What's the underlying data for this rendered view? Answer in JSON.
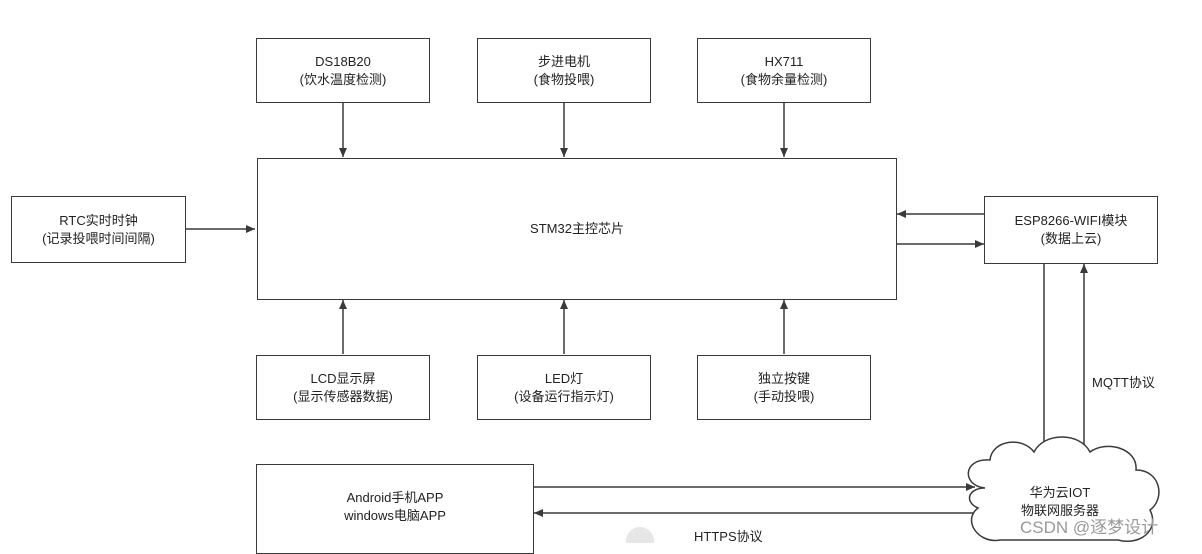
{
  "nodes": {
    "ds18b20": {
      "line1": "DS18B20",
      "line2": "(饮水温度检测)"
    },
    "stepper": {
      "line1": "步进电机",
      "line2": "(食物投喂)"
    },
    "hx711": {
      "line1": "HX711",
      "line2": "(食物余量检测)"
    },
    "rtc": {
      "line1": "RTC实时时钟",
      "line2": "(记录投喂时间间隔)"
    },
    "stm32": {
      "line1": "STM32主控芯片"
    },
    "esp8266": {
      "line1": "ESP8266-WIFI模块",
      "line2": "(数据上云)"
    },
    "lcd": {
      "line1": "LCD显示屏",
      "line2": "(显示传感器数据)"
    },
    "led": {
      "line1": "LED灯",
      "line2": "(设备运行指示灯)"
    },
    "keys": {
      "line1": "独立按键",
      "line2": "(手动投喂)"
    },
    "app": {
      "line1": "Android手机APP",
      "line2": "windows电脑APP"
    },
    "cloud": {
      "line1": "华为云IOT",
      "line2": "物联网服务器"
    }
  },
  "edge_labels": {
    "mqtt": "MQTT协议",
    "https": "HTTPS协议"
  },
  "watermark": "CSDN @逐梦设计",
  "colors": {
    "line": "#3a3a3a",
    "text": "#222222",
    "watermark": "#9a9a9a"
  }
}
